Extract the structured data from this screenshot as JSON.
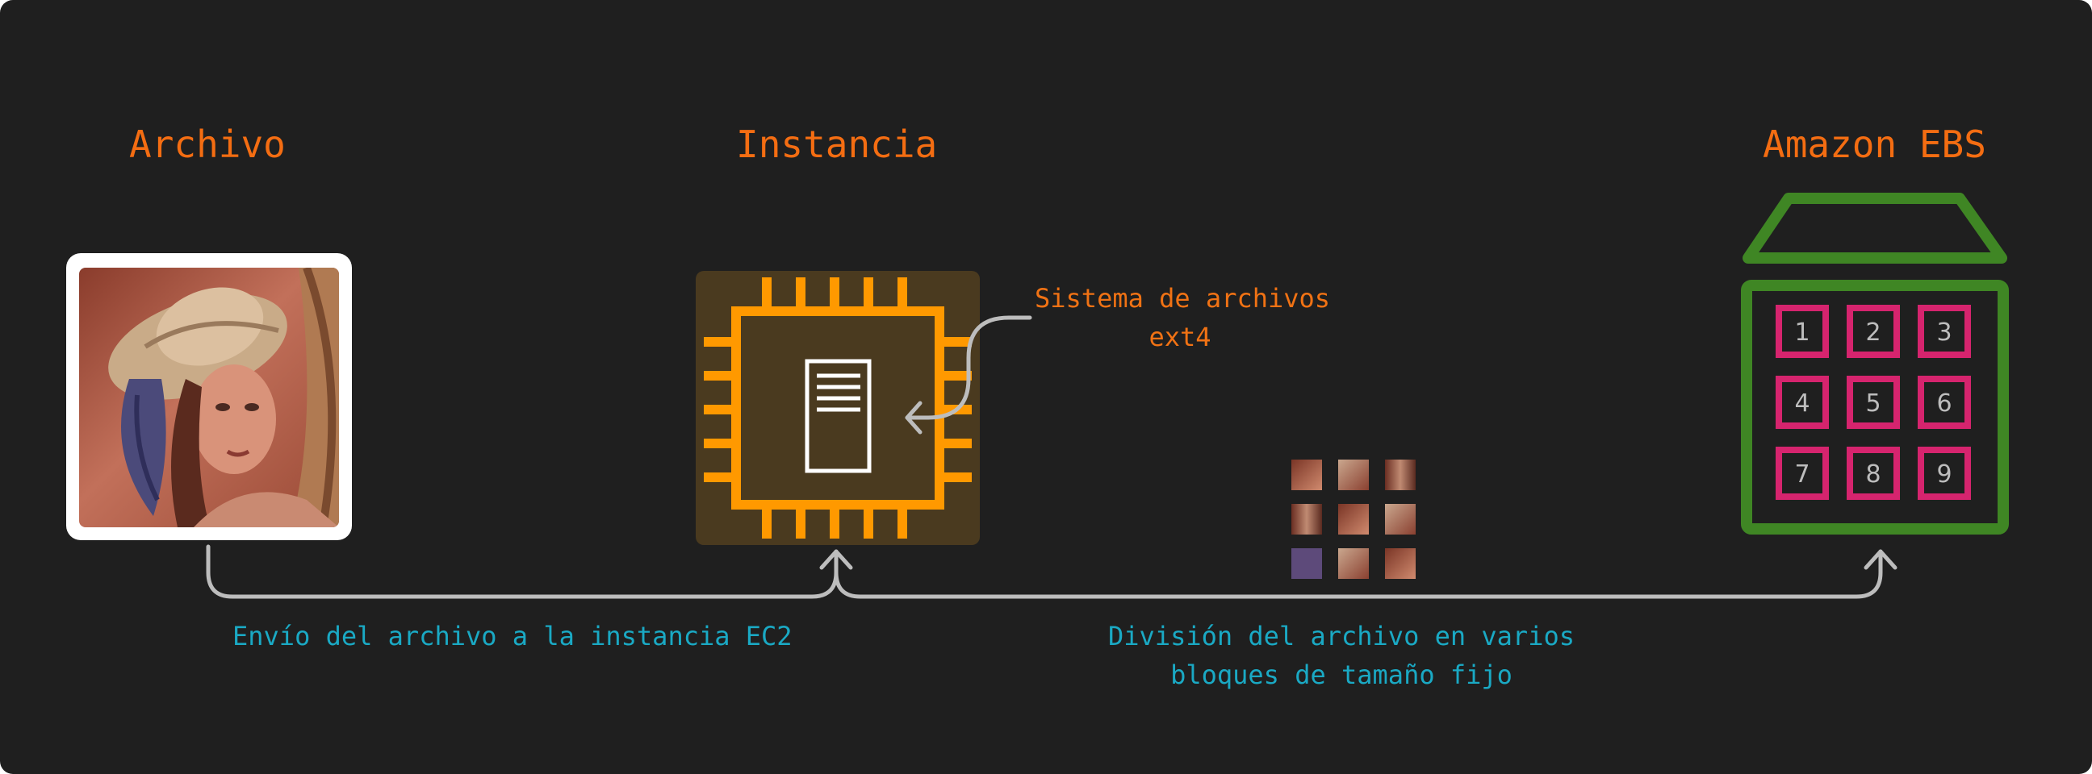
{
  "titles": {
    "file": "Archivo",
    "instance": "Instancia",
    "ebs": "Amazon EBS"
  },
  "filesystem_note": {
    "line1": "Sistema de archivos",
    "line2": "ext4"
  },
  "send_note": "Envío del archivo a la instancia EC2",
  "split_note": {
    "line1": "División del archivo en varios",
    "line2": "bloques de tamaño fijo"
  },
  "ebs_blocks": [
    "1",
    "2",
    "3",
    "4",
    "5",
    "6",
    "7",
    "8",
    "9"
  ],
  "colors": {
    "background": "#1f1f1f",
    "title_orange": "#f46d12",
    "chip_orange": "#ff9900",
    "chip_fill": "#4a3a1f",
    "ebs_green": "#3f8624",
    "block_pink": "#d6246e",
    "note_teal": "#1aa9c4",
    "arrow_gray": "#bdbdbd"
  },
  "icons": [
    "image-file-icon",
    "ec2-chip-icon",
    "server-doc-icon",
    "ebs-volume-icon",
    "file-fragments-icon"
  ]
}
